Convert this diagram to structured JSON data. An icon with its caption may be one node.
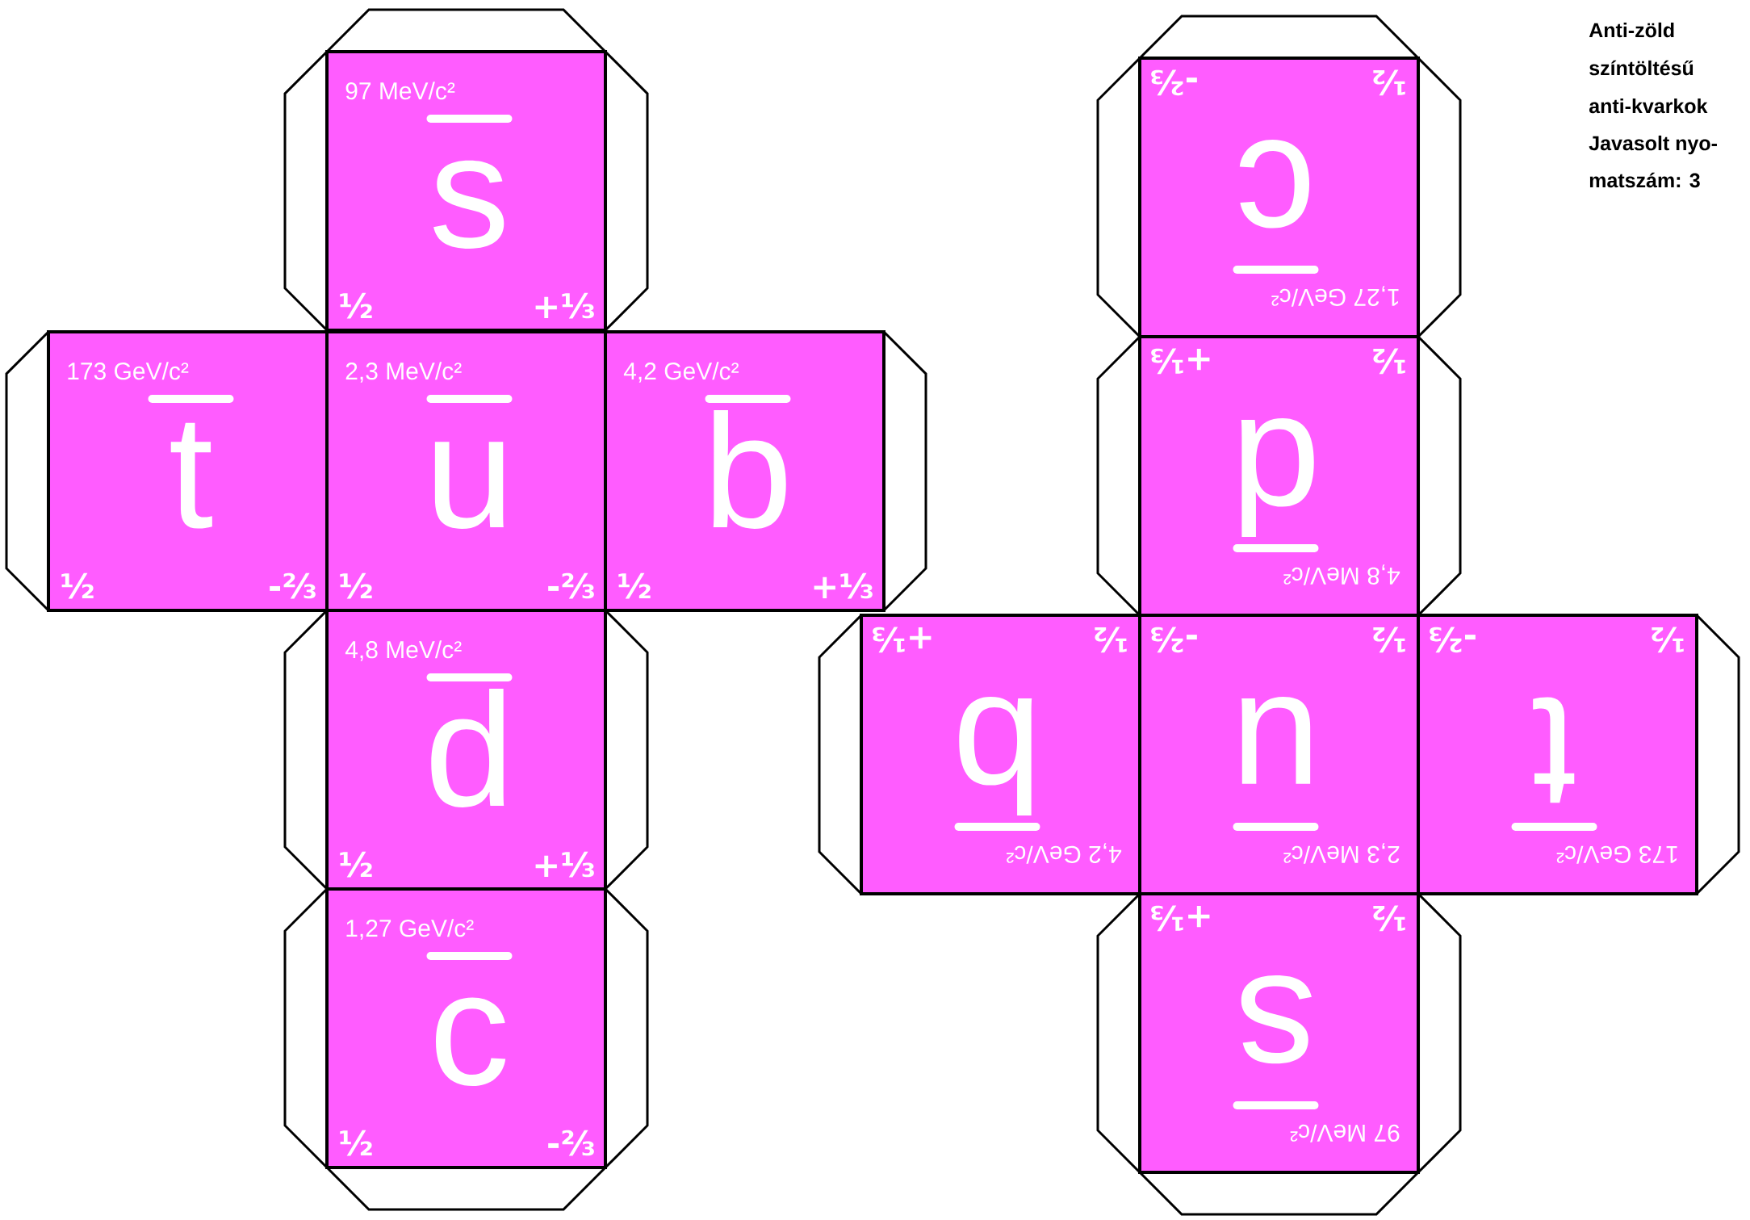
{
  "diagram": {
    "nodes": [
      {
        "text": [
          "97 MeV/c²",
          "s",
          "½",
          "+⅓"
        ]
      },
      {
        "text": [
          "173 GeV/c²",
          "t",
          "½",
          "-⅔"
        ]
      },
      {
        "text": [
          "2,3 MeV/c²",
          "u",
          "½",
          "-⅔"
        ]
      },
      {
        "text": [
          "4,2 GeV/c²",
          "b",
          "½",
          "+⅓"
        ]
      },
      {
        "text": [
          "4,8 MeV/c²",
          "d",
          "½",
          "+⅓"
        ]
      },
      {
        "text": [
          "1,27 GeV/c²",
          "c",
          "½",
          "-⅔"
        ]
      },
      {
        "text": [
          "1,27 GeV/c²",
          "c",
          "½",
          "-⅔"
        ]
      },
      {
        "text": [
          "4,8 MeV/c²",
          "d",
          "½",
          "+⅓"
        ]
      },
      {
        "text": [
          "4,2 GeV/c²",
          "b",
          "½",
          "+⅓"
        ]
      },
      {
        "text": [
          "2,3 MeV/c²",
          "u",
          "½",
          "-⅔"
        ]
      },
      {
        "text": [
          "173 GeV/c²",
          "t",
          "½",
          "-⅔"
        ]
      },
      {
        "text": [
          "97 MeV/c²",
          "s",
          "½",
          "+⅓"
        ]
      }
    ],
    "labels": [
      "Anti-zöld",
      "színtöltésű",
      "anti-kvarkok",
      "Javasolt nyo-",
      "matszám: 3"
    ]
  }
}
